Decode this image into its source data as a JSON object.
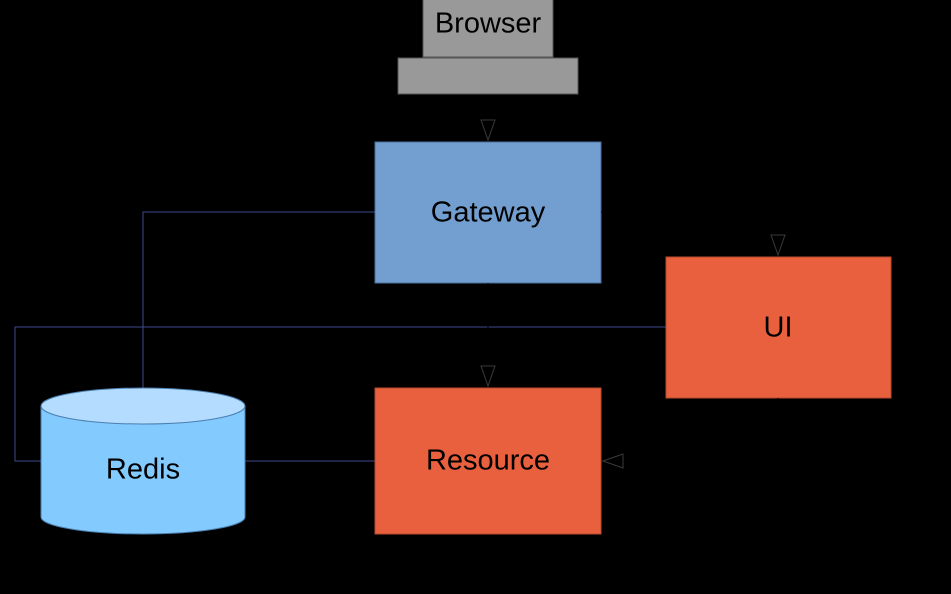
{
  "diagram": {
    "colors": {
      "background": "#000000",
      "browser_fill": "#999999",
      "gateway_fill": "#729fcf",
      "ui_fill": "#e9603e",
      "resource_fill": "#e9603e",
      "redis_fill": "#83caff",
      "redis_top_fill": "#b4dcff",
      "connector_blue": "#3c4a8c",
      "connector_dark": "#000000"
    },
    "nodes": {
      "browser": {
        "label": "Browser"
      },
      "gateway": {
        "label": "Gateway"
      },
      "ui": {
        "label": "UI"
      },
      "resource": {
        "label": "Resource"
      },
      "redis": {
        "label": "Redis"
      }
    }
  }
}
